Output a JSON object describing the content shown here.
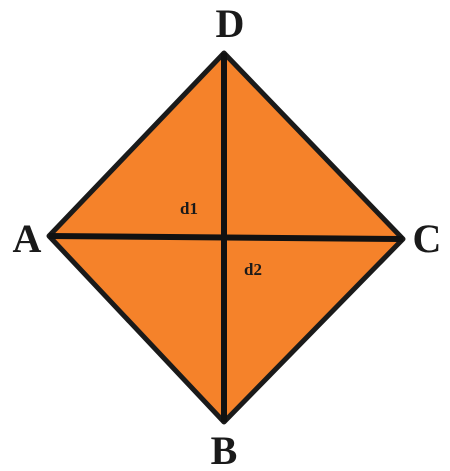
{
  "figure": {
    "vertices": {
      "A": "A",
      "B": "B",
      "C": "C",
      "D": "D"
    },
    "diagonals": {
      "d1": "d1",
      "d2": "d2"
    },
    "colors": {
      "fill": "#f5822a",
      "stroke": "#111111",
      "text": "#1a1a1a"
    }
  }
}
